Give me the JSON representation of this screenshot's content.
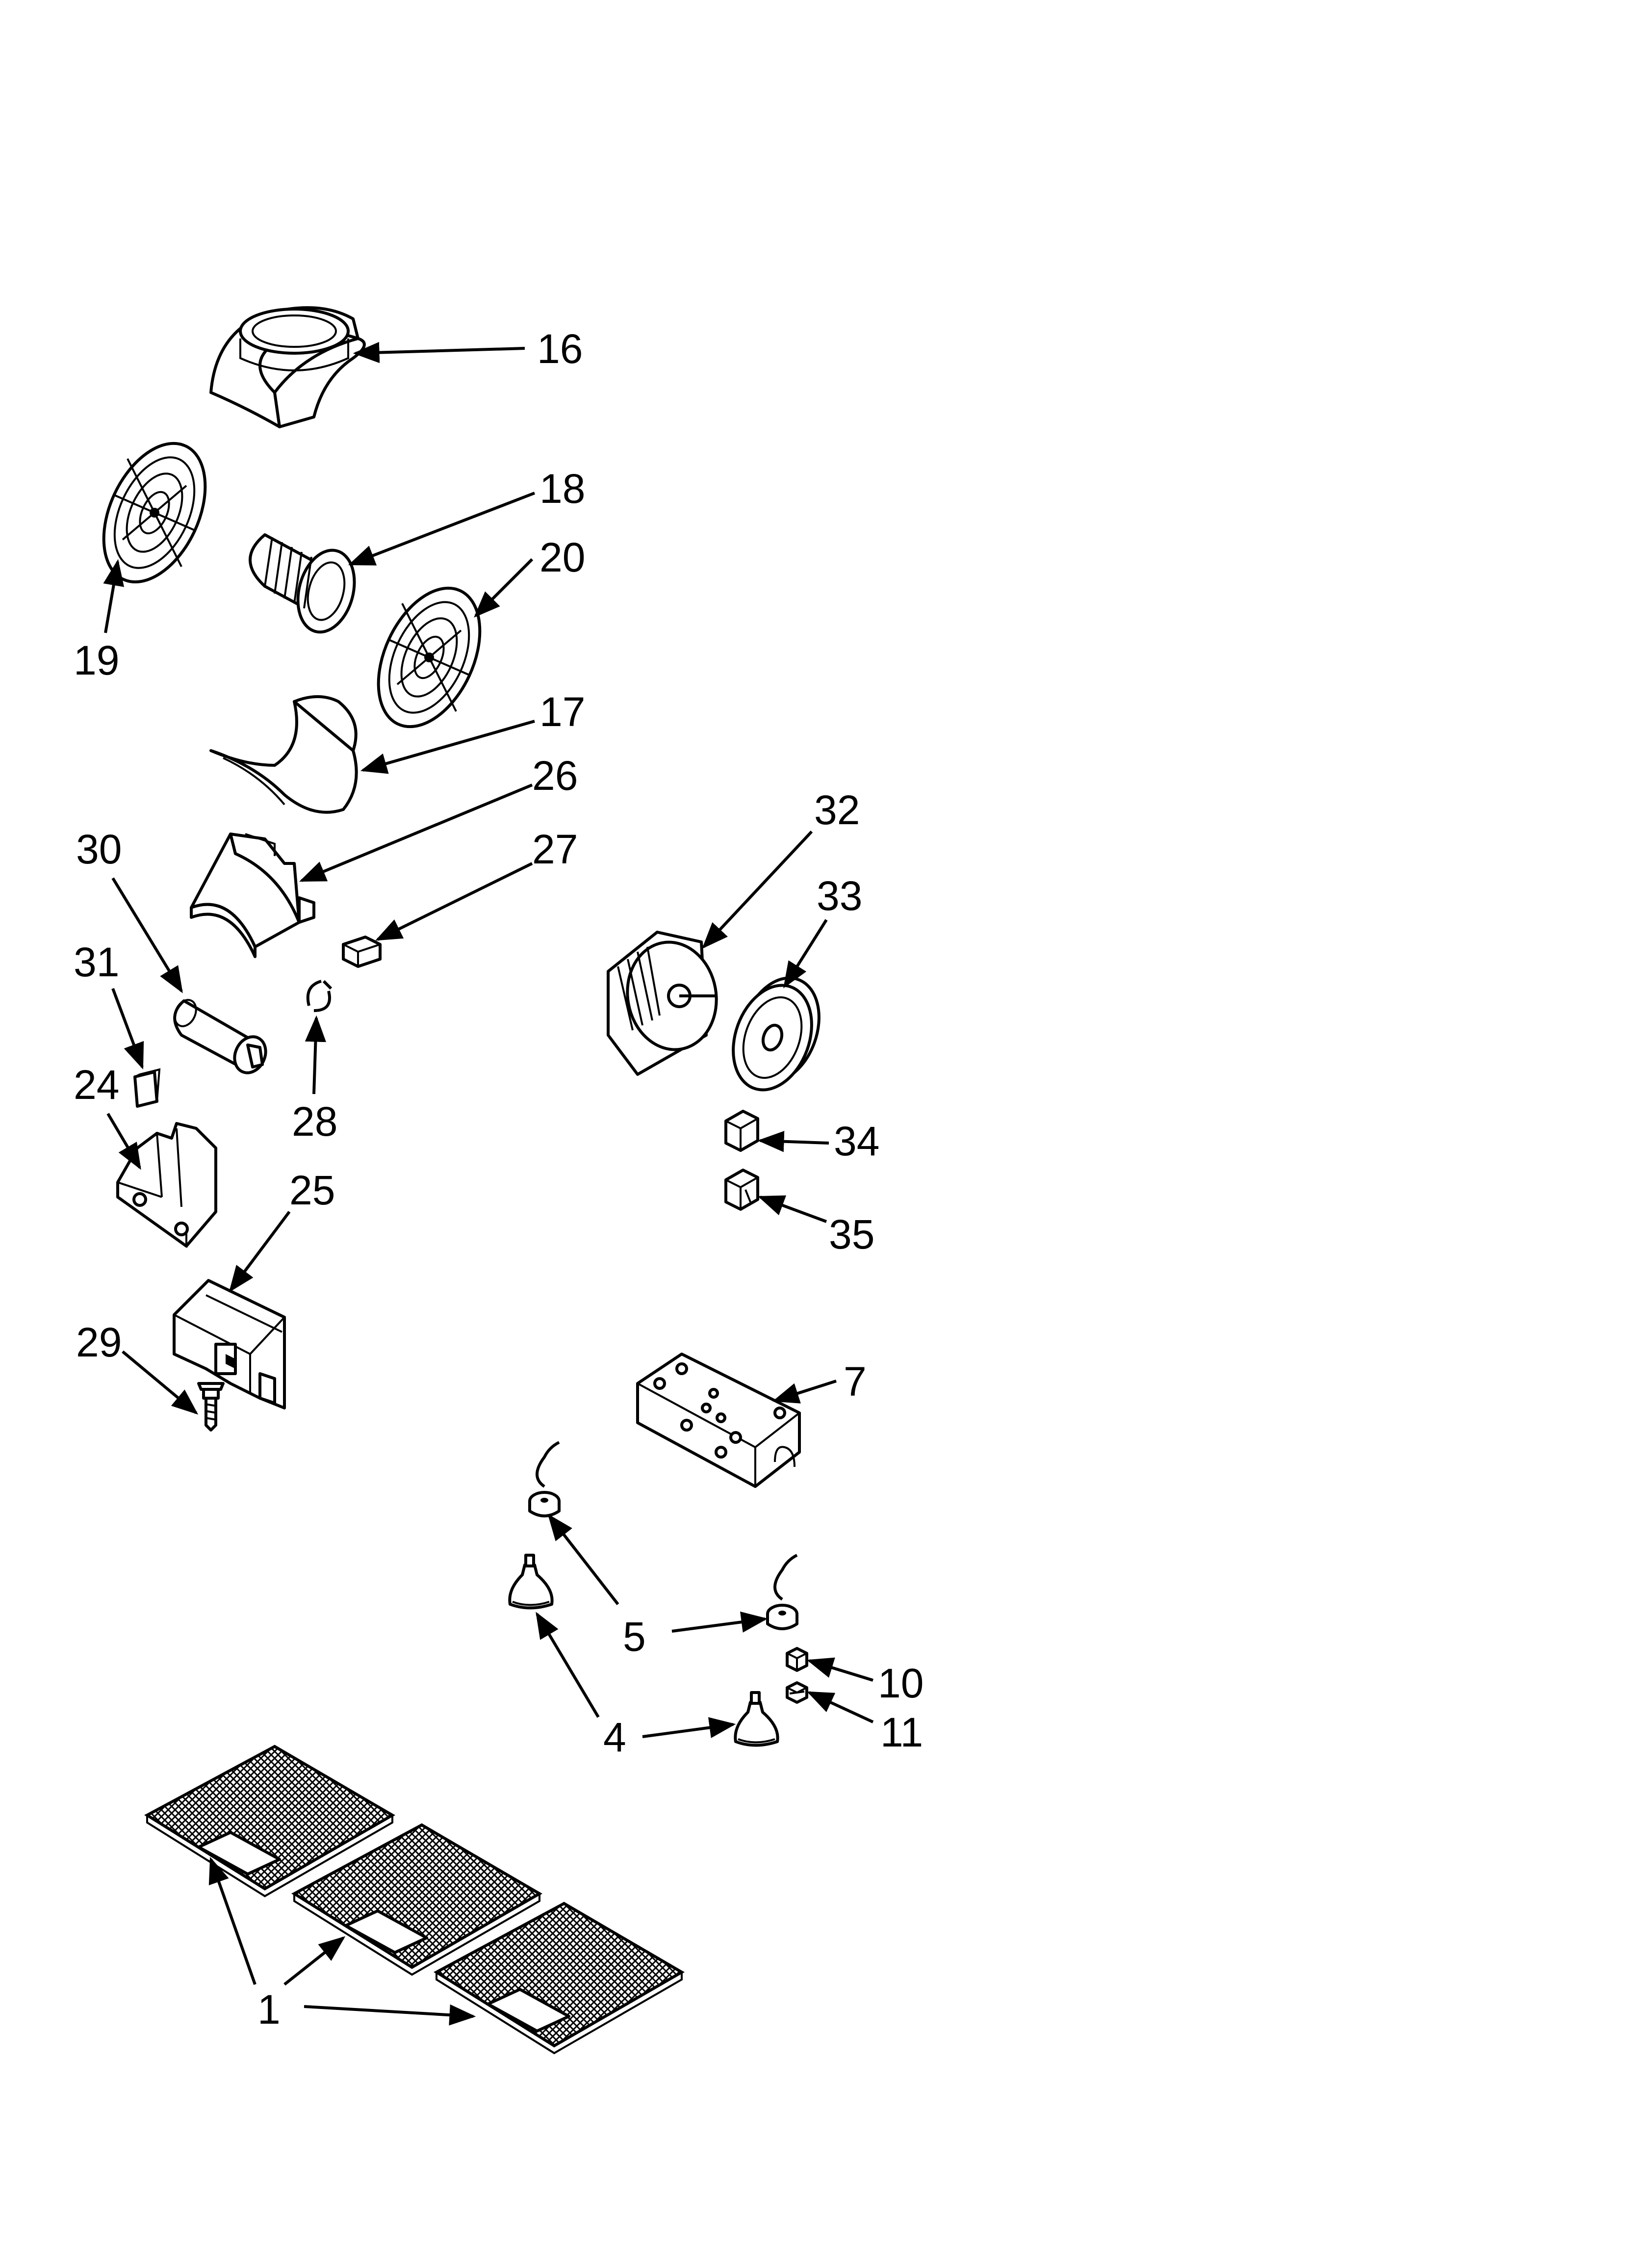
{
  "callouts": {
    "c1": "1",
    "c4": "4",
    "c5": "5",
    "c7": "7",
    "c10": "10",
    "c11": "11",
    "c16": "16",
    "c17": "17",
    "c18": "18",
    "c19": "19",
    "c20": "20",
    "c24": "24",
    "c25": "25",
    "c26": "26",
    "c27": "27",
    "c28": "28",
    "c29": "29",
    "c30": "30",
    "c31": "31",
    "c32": "32",
    "c33": "33",
    "c34": "34",
    "c35": "35"
  }
}
